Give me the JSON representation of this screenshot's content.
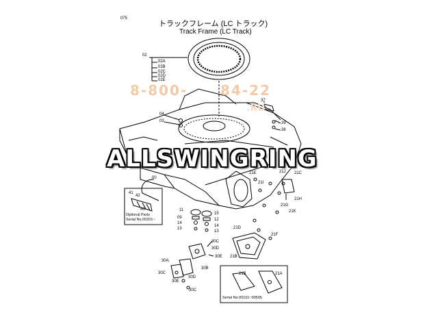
{
  "page_number": "075",
  "title_jp": "トラックフレーム (LC トラック)",
  "title_en": "Track Frame (LC Track)",
  "watermarks": {
    "phone": "8-800-",
    "phone_end": "84-22",
    "brand": "ALLSWINGRING",
    "url_fragment": ".RU"
  },
  "inset_optional": {
    "title": "Optional Parts",
    "serial": "Serial No.00201~"
  },
  "inset_serial": {
    "serial": "Serial No.00101~00505"
  },
  "part_labels": {
    "p02": "02",
    "p02A": "02A",
    "p02B": "02B",
    "p02C": "02C",
    "p02D": "02D",
    "p02E": "02E",
    "p37": "37",
    "p39": "39",
    "p38": "38",
    "p04": "04",
    "p03": "03",
    "p00": "00",
    "p41": "41",
    "p42": "42",
    "p40": "40",
    "p11a": "11",
    "p09a": "09",
    "p14a": "14",
    "p13a": "13",
    "p15": "15",
    "p12": "12",
    "p14b": "14",
    "p13b": "13",
    "p30A": "30A",
    "p30B": "30B",
    "p30C": "30C",
    "p30D": "30D",
    "p30E": "30E",
    "p30Db": "30D",
    "p30Eb": "30E",
    "p30Cb": "30C",
    "p30Cc": "30C",
    "p21A": "21A",
    "p21B": "21B",
    "p21Bb": "21B",
    "p21C": "21C",
    "p21D": "21D",
    "p21E": "21E",
    "p21F": "21F",
    "p21G": "21G",
    "p21H": "21H",
    "p21I": "21I",
    "p21J": "21J",
    "p21K": "21K"
  }
}
